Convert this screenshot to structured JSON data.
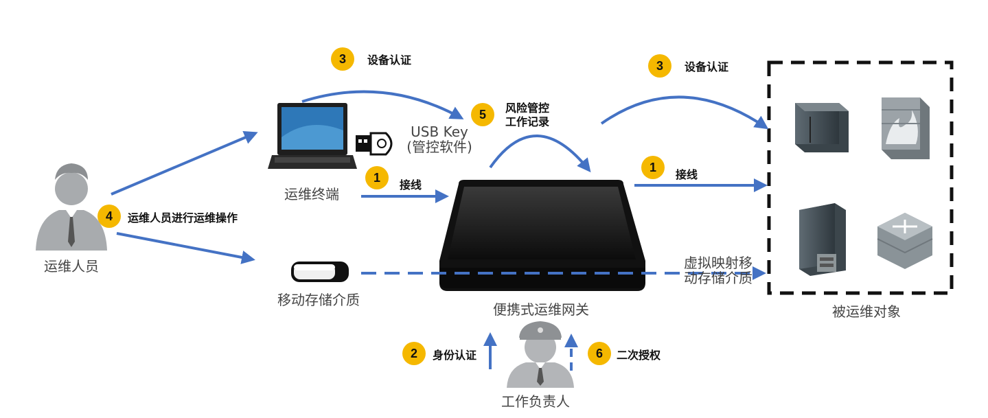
{
  "colors": {
    "arrow": "#4472c4",
    "badge": "#f5b800",
    "frame": "#111111"
  },
  "labels": {
    "operator": "运维人员",
    "terminal": "运维终端",
    "usb_key_line1": "USB Key",
    "usb_key_line2": "(管控软件)",
    "removable_media": "移动存储介质",
    "gateway": "便携式运维网关",
    "responsible": "工作负责人",
    "targets": "被运维对象",
    "virtual_map_line1": "虚拟映射移",
    "virtual_map_line2": "动存储介质"
  },
  "steps": [
    {
      "num": "3",
      "text": "设备认证"
    },
    {
      "num": "3",
      "text": "设备认证"
    },
    {
      "num": "5",
      "text": "风险管控",
      "text2": "工作记录"
    },
    {
      "num": "1",
      "text": "接线"
    },
    {
      "num": "1",
      "text": "接线"
    },
    {
      "num": "4",
      "text": "运维人员进行运维操作"
    },
    {
      "num": "2",
      "text": "身份认证"
    },
    {
      "num": "6",
      "text": "二次授权"
    }
  ],
  "icons": [
    "person-icon",
    "laptop-icon",
    "usb-key-icon",
    "usb-stick-icon",
    "gateway-device-icon",
    "guard-person-icon",
    "server-icon",
    "firewall-icon",
    "tower-server-icon",
    "router-icon"
  ]
}
